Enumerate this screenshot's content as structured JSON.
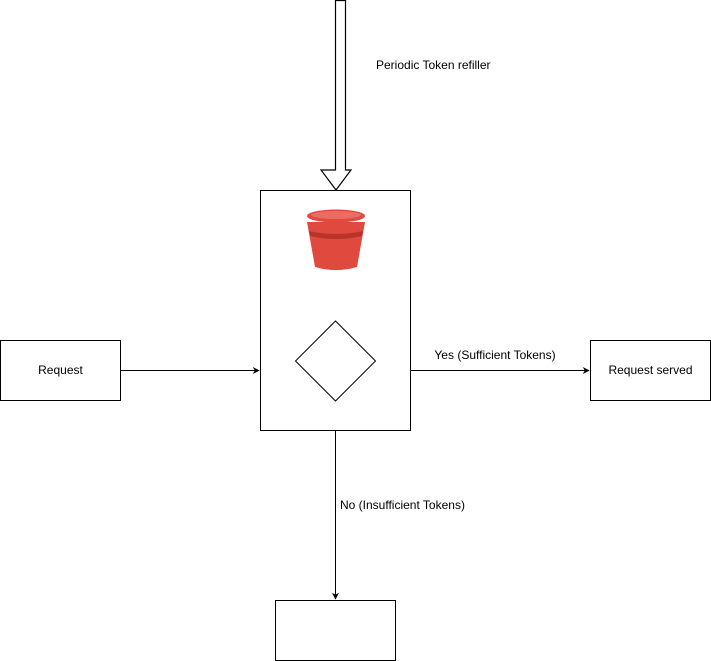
{
  "refiller": {
    "label": "Periodic Token refiller"
  },
  "nodes": {
    "request": "Request",
    "request_served": "Request served",
    "rejected": ""
  },
  "edges": {
    "yes_label": "Yes (Sufficient Tokens)",
    "no_label": "No (Insufficient Tokens)"
  },
  "bucket": {
    "icon": "bucket-icon",
    "color": "#e0493d",
    "rim_color": "#f28b82",
    "band_color": "#b8342b"
  },
  "decision": {
    "icon": "decision-diamond"
  },
  "colors": {
    "stroke": "#000000",
    "background": "#ffffff"
  }
}
